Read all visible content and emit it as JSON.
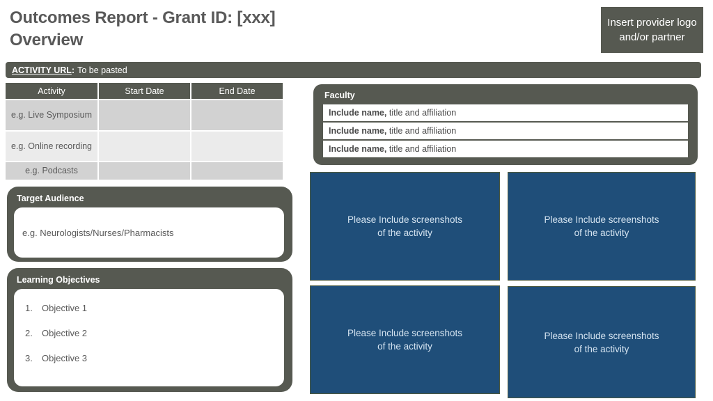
{
  "slide": {
    "title_line1": "Outcomes Report - Grant ID: [xxx]",
    "title_line2": "Overview",
    "logo_placeholder": "Insert provider logo and/or partner"
  },
  "activity_url": {
    "label": "ACTIVITY URL",
    "separator": ":",
    "value": "To be pasted"
  },
  "activities_table": {
    "headers": [
      "Activity",
      "Start Date",
      "End Date"
    ],
    "rows": [
      {
        "activity": "e.g. Live Symposium",
        "start_date": "",
        "end_date": ""
      },
      {
        "activity": "e.g. Online recording",
        "start_date": "",
        "end_date": ""
      },
      {
        "activity": "e.g. Podcasts",
        "start_date": "",
        "end_date": ""
      }
    ]
  },
  "faculty": {
    "title": "Faculty",
    "rows": [
      {
        "name": "Include name,",
        "detail": "title and affiliation"
      },
      {
        "name": "Include name,",
        "detail": "title and affiliation"
      },
      {
        "name": "Include name,",
        "detail": "title and affiliation"
      }
    ]
  },
  "target_audience": {
    "title": "Target Audience",
    "placeholder": "e.g. Neurologists/Nurses/Pharmacists"
  },
  "learning_objectives": {
    "title": "Learning Objectives",
    "items": [
      {
        "number": "1.",
        "label": "Objective 1"
      },
      {
        "number": "2.",
        "label": "Objective 2"
      },
      {
        "number": "3.",
        "label": "Objective 3"
      }
    ]
  },
  "screenshot_boxes": [
    {
      "label": "Please Include screenshots of the activity"
    },
    {
      "label": "Please Include screenshots of the activity"
    },
    {
      "label": "Please Include screenshots of the activity"
    },
    {
      "label": "Please Include screenshots of the activity"
    }
  ],
  "colors": {
    "panel_dark_gray": "#565951",
    "accent_dark_blue": "#1F4E79",
    "title_text_gray": "#595959",
    "table_row_dark": "#d2d2d2",
    "table_row_light": "#ebebeb",
    "screenshot_text": "#d4e3f0"
  }
}
